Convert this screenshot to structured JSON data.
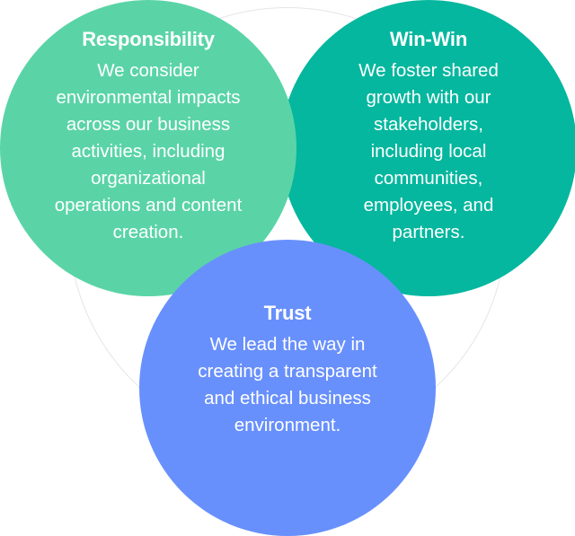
{
  "values": {
    "responsibility": {
      "title": "Responsibility",
      "description": "We consider\nenvironmental impacts\nacross our business\nactivities, including\norganizational\noperations and content\ncreation.",
      "color": "#5ad4a6"
    },
    "winwin": {
      "title": "Win-Win",
      "description": "We foster shared\ngrowth with our\nstakeholders,\nincluding local\ncommunities,\nemployees, and\npartners.",
      "color": "#04b79e"
    },
    "trust": {
      "title": "Trust",
      "description": "We lead the way in\ncreating a transparent\nand ethical business\nenvironment.",
      "color": "#6890fc"
    }
  }
}
